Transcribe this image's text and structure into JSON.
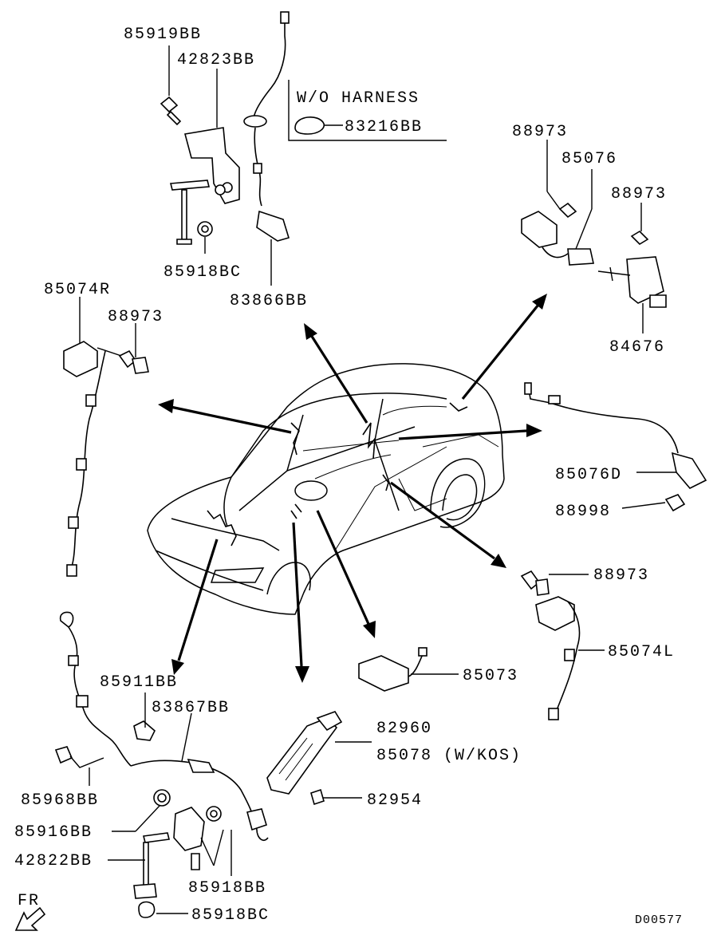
{
  "diagram_code": "D00577",
  "front_marker": "FR",
  "inset": {
    "title": "W/O  HARNESS",
    "part": "83216BB"
  },
  "labels": [
    {
      "id": "p85919BB",
      "text": "85919BB"
    },
    {
      "id": "p42823BB",
      "text": "42823BB"
    },
    {
      "id": "p85918BC_top",
      "text": "85918BC"
    },
    {
      "id": "p83866BB",
      "text": "83866BB"
    },
    {
      "id": "p85074R",
      "text": "85074R"
    },
    {
      "id": "p88973_left",
      "text": "88973"
    },
    {
      "id": "p88973_tr1",
      "text": "88973"
    },
    {
      "id": "p85076",
      "text": "85076"
    },
    {
      "id": "p88973_tr2",
      "text": "88973"
    },
    {
      "id": "p84676",
      "text": "84676"
    },
    {
      "id": "p85076D",
      "text": "85076D"
    },
    {
      "id": "p88998",
      "text": "88998"
    },
    {
      "id": "p88973_right",
      "text": "88973"
    },
    {
      "id": "p85074L",
      "text": "85074L"
    },
    {
      "id": "p85073",
      "text": "85073"
    },
    {
      "id": "p82960",
      "text": "82960"
    },
    {
      "id": "p85078",
      "text": "85078 (W/KOS)"
    },
    {
      "id": "p82954",
      "text": "82954"
    },
    {
      "id": "p85911BB",
      "text": "85911BB"
    },
    {
      "id": "p83867BB",
      "text": "83867BB"
    },
    {
      "id": "p85968BB",
      "text": "85968BB"
    },
    {
      "id": "p85916BB",
      "text": "85916BB"
    },
    {
      "id": "p42822BB",
      "text": "42822BB"
    },
    {
      "id": "p85918BB",
      "text": "85918BB"
    },
    {
      "id": "p85918BC_bot",
      "text": "85918BC"
    }
  ]
}
